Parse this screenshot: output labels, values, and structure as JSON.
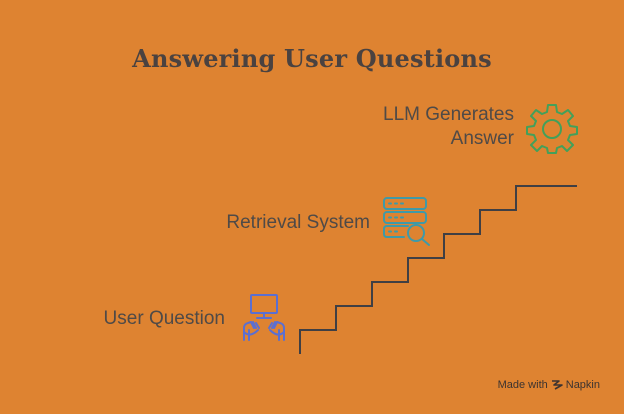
{
  "title": "Answering User Questions",
  "steps": [
    {
      "label": "User Question",
      "icon": "user-computer-icon",
      "icon_color": "#5b6fd0"
    },
    {
      "label": "Retrieval System",
      "icon": "server-search-icon",
      "icon_color": "#3f9aa8"
    },
    {
      "label_lines": [
        "LLM Generates",
        "Answer"
      ],
      "icon": "gear-icon",
      "icon_color": "#43a05a"
    }
  ],
  "colors": {
    "background": "#de8331",
    "stairs": "#3f3f44",
    "text": "#4f4a47"
  },
  "credit": {
    "prefix": "Made with",
    "brand": "Napkin"
  }
}
